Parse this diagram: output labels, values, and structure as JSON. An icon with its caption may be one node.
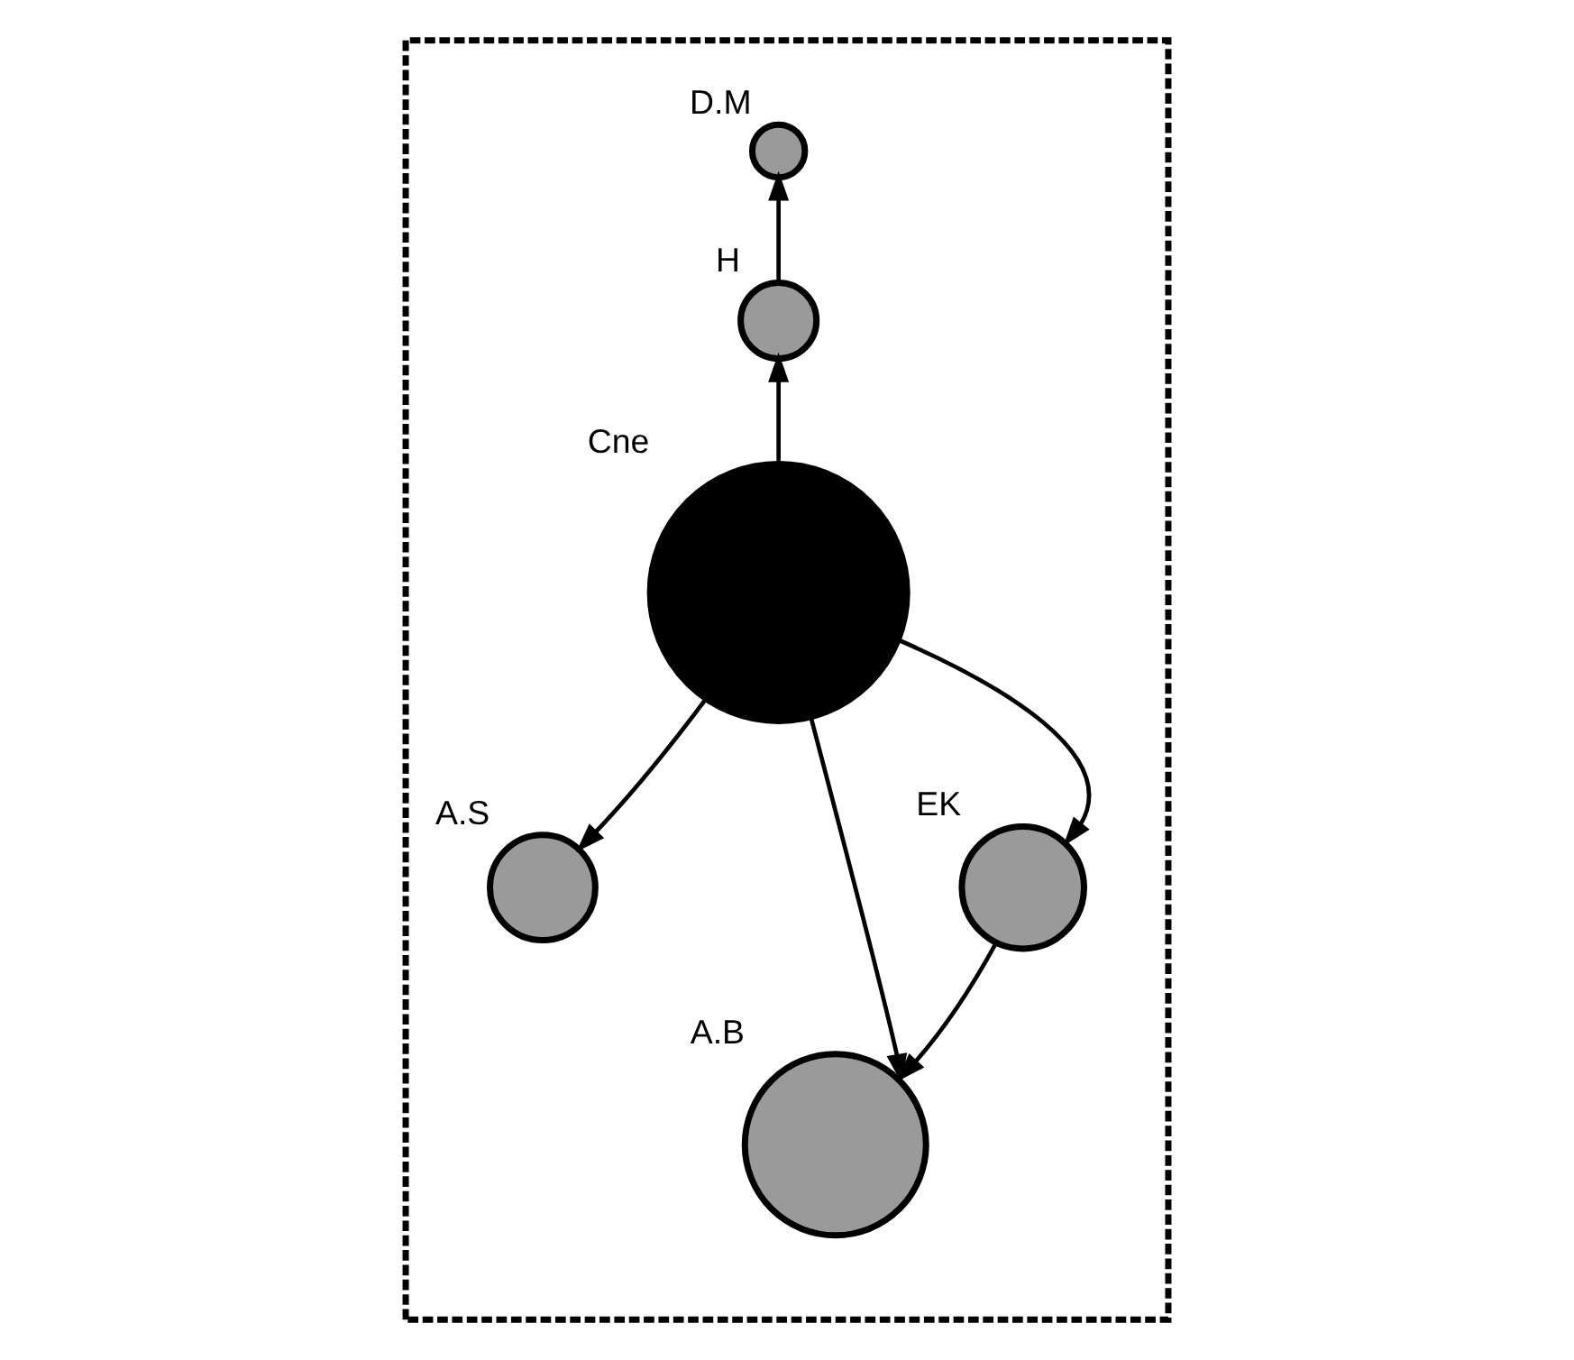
{
  "diagram": {
    "nodes": [
      {
        "text": [],
        "shape": "triangle"
      },
      {
        "text": [],
        "shape": "circle",
        "beside": [
          "D.M"
        ],
        "in": 0
      },
      {
        "text": [],
        "shape": "circle",
        "beside": [
          "H"
        ],
        "in": 0
      },
      {
        "text": [],
        "shape": "circle",
        "beside": [
          "Cne"
        ],
        "in": 0
      },
      {
        "text": [],
        "shape": "circle",
        "beside": [
          "A.S"
        ],
        "in": 0
      },
      {
        "text": [],
        "shape": "circle",
        "beside": [
          "A.B"
        ],
        "in": 0
      },
      {
        "text": [],
        "shape": "circle",
        "beside": [
          "EK"
        ],
        "in": 0
      }
    ],
    "edges": [
      {
        "from": 3,
        "to": 2,
        "arrow": "to"
      },
      {
        "from": 2,
        "to": 1,
        "arrow": "to"
      },
      {
        "from": 3,
        "to": 4,
        "arrow": "to"
      },
      {
        "from": 3,
        "to": 5,
        "arrow": "to"
      },
      {
        "from": 3,
        "to": 6,
        "arrow": "to"
      },
      {
        "from": 6,
        "to": 5,
        "arrow": "to"
      }
    ]
  }
}
